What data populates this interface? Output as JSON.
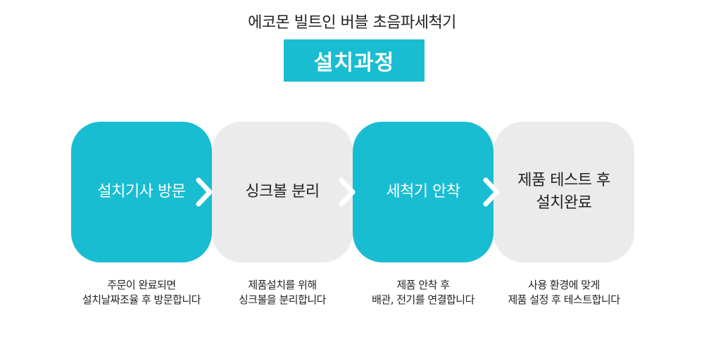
{
  "header": {
    "subtitle": "에코몬 빌트인 버블 초음파세척기",
    "title": "설치과정"
  },
  "colors": {
    "accent": "#19bdd1",
    "neutral": "#ebebeb",
    "text": "#222222"
  },
  "steps": [
    {
      "label": "설치기사 방문",
      "desc": "주문이 완료되면\n설치날짜조율 후 방문합니다",
      "style": "teal"
    },
    {
      "label": "싱크볼 분리",
      "desc": "제품설치를 위해\n싱크볼을 분리합니다",
      "style": "gray"
    },
    {
      "label": "세척기 안착",
      "desc": "제품 안착 후\n배관, 전기를 연결합니다",
      "style": "teal"
    },
    {
      "label": "제품 테스트 후\n설치완료",
      "desc": "사용 환경에 맞게\n제품 설정 후 테스트합니다",
      "style": "gray"
    }
  ],
  "arrows": [
    {
      "icon": "chevron-right-icon"
    },
    {
      "icon": "chevron-right-icon"
    },
    {
      "icon": "chevron-right-icon"
    }
  ]
}
